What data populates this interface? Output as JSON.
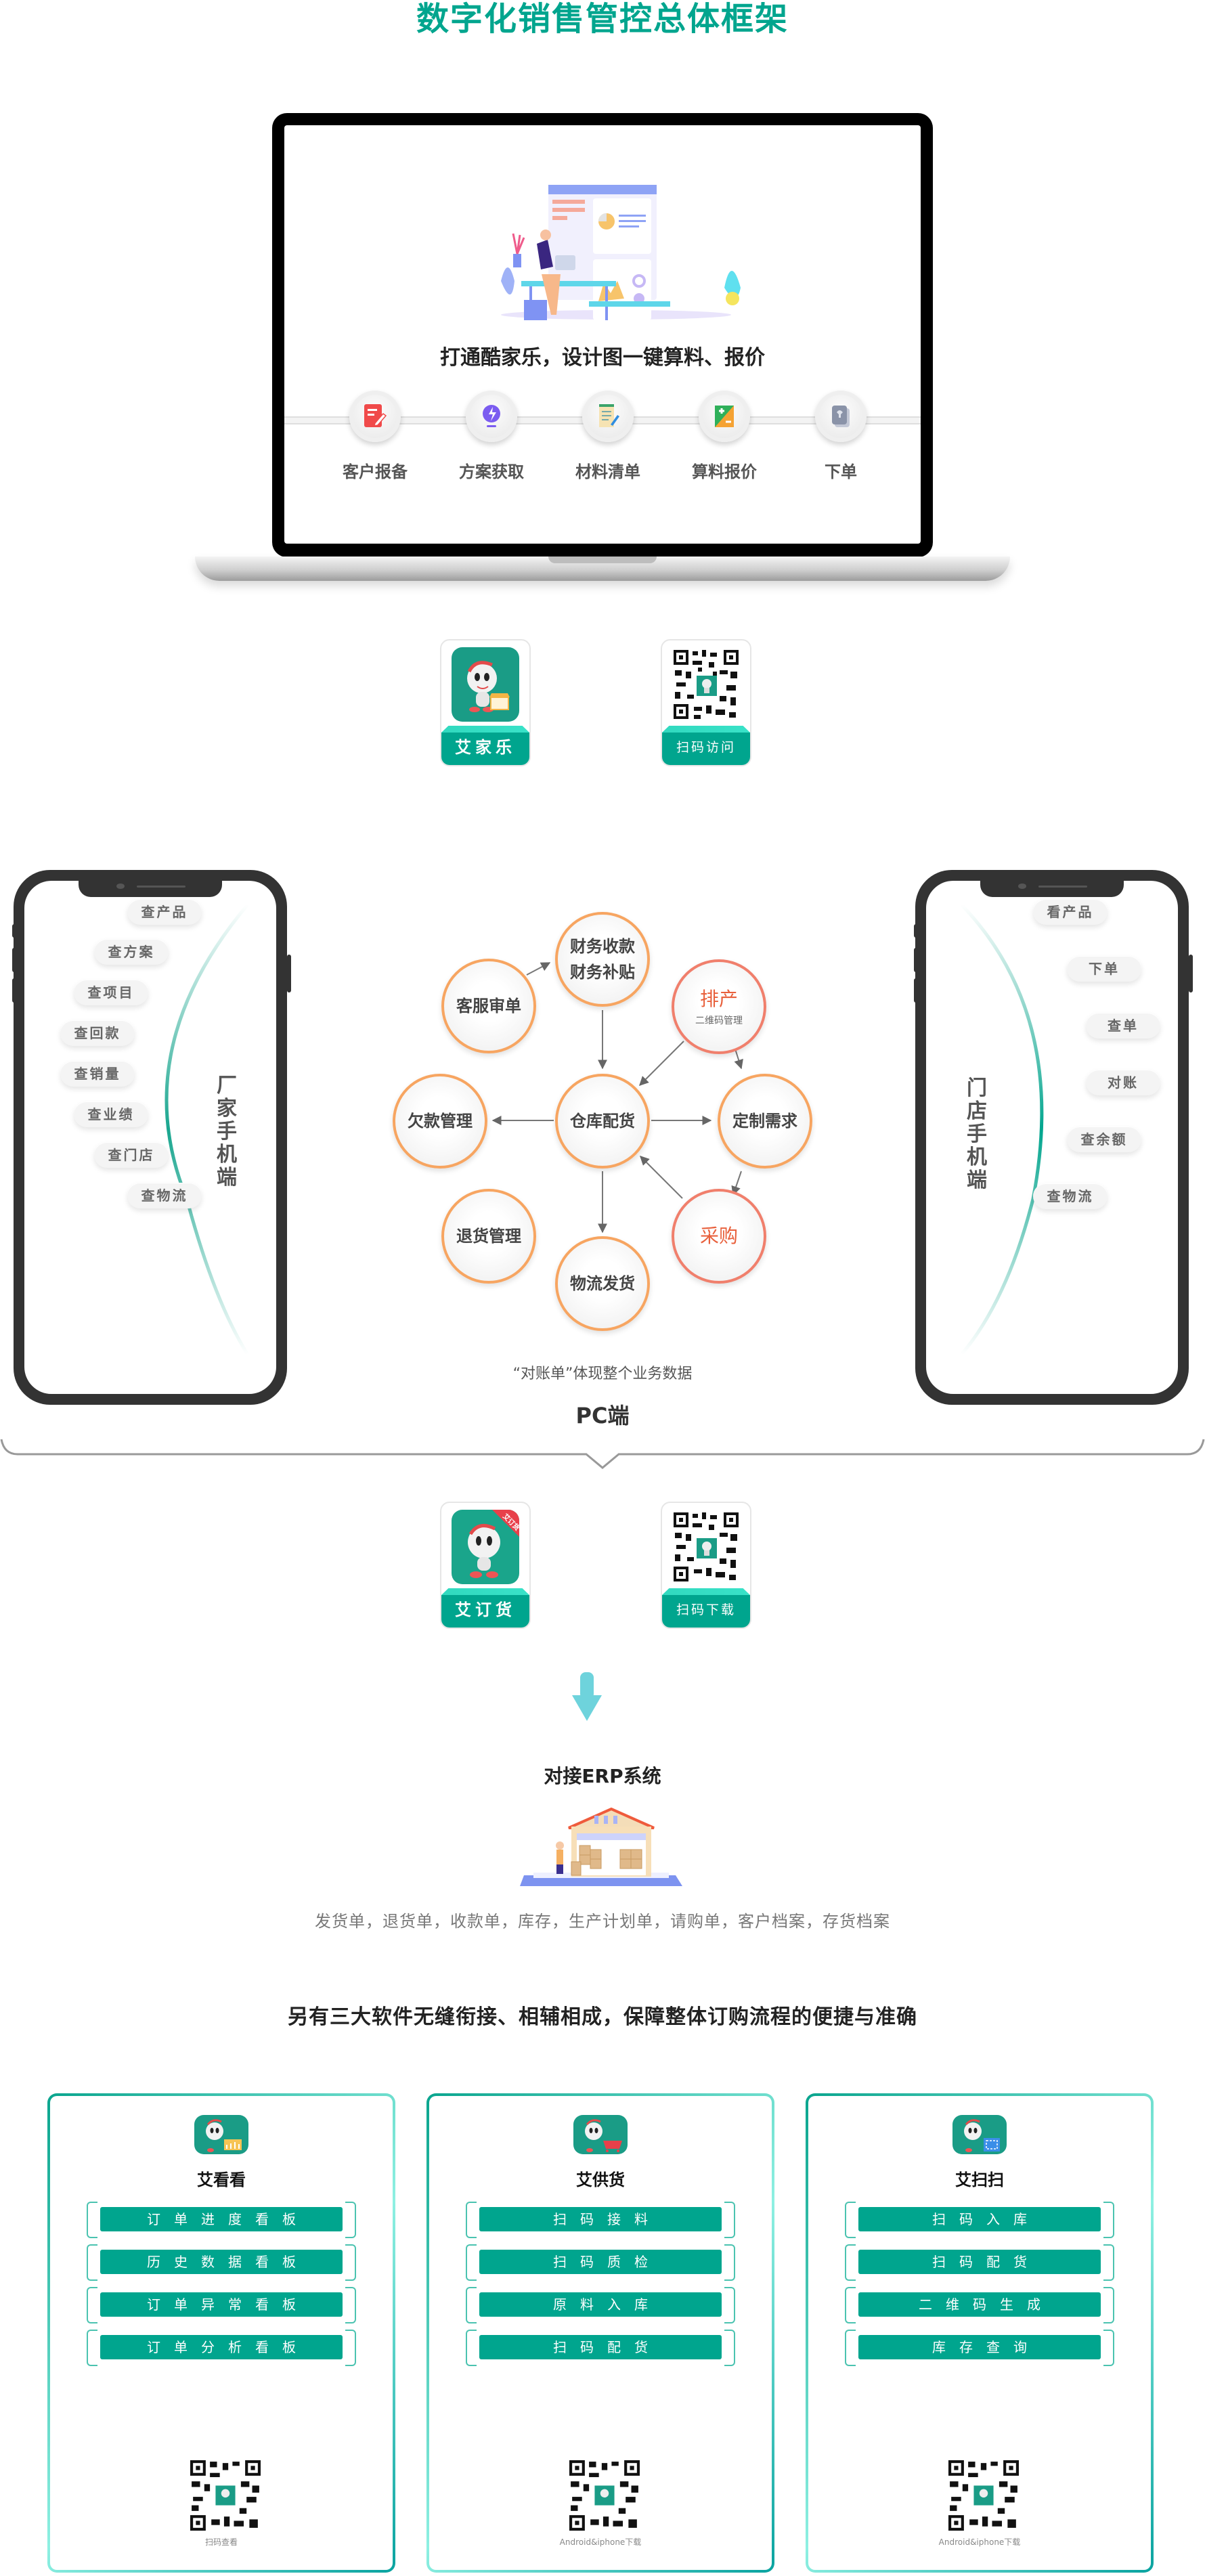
{
  "title": "数字化销售管控总体框架",
  "laptop": {
    "headline": "打通酷家乐，设计图一键算料、报价",
    "steps": [
      {
        "label": "客户报备",
        "icon": "report-edit-icon",
        "color": "#f04a4a"
      },
      {
        "label": "方案获取",
        "icon": "lightbulb-icon",
        "color": "#7b5cf0"
      },
      {
        "label": "材料清单",
        "icon": "notepad-list-icon",
        "color": "#e3b26a"
      },
      {
        "label": "算料报价",
        "icon": "calculator-icon",
        "color": "#2fb05a"
      },
      {
        "label": "下单",
        "icon": "order-cards-icon",
        "color": "#8a93a8"
      }
    ]
  },
  "app_top": {
    "app_name": "艾家乐",
    "qr_label": "扫码访问"
  },
  "factory_phone": {
    "title": "厂家手机端",
    "items": [
      "查产品",
      "查方案",
      "查项目",
      "查回款",
      "查销量",
      "查业绩",
      "查门店",
      "查物流"
    ]
  },
  "store_phone": {
    "title": "门店手机端",
    "items": [
      "看产品",
      "下单",
      "查单",
      "对账",
      "查余额",
      "查物流"
    ]
  },
  "flow": {
    "nodes": {
      "kefu": {
        "label": "客服审单"
      },
      "caiwu": {
        "label_1": "财务收款",
        "label_2": "财务补贴"
      },
      "paichan": {
        "label": "排产",
        "sub": "二维码管理"
      },
      "qiankuan": {
        "label": "欠款管理"
      },
      "cangku": {
        "label": "仓库配货"
      },
      "dingzhi": {
        "label": "定制需求"
      },
      "tuihuo": {
        "label": "退货管理"
      },
      "caigou": {
        "label": "采购"
      },
      "wuliu": {
        "label": "物流发货"
      }
    },
    "caption": "“对账单”体现整个业务数据",
    "pc_label": "PC端"
  },
  "app_mid": {
    "app_name": "艾订货",
    "badge": "艾订货",
    "qr_label": "扫码下载"
  },
  "erp": {
    "title": "对接ERP系统",
    "documents": "发货单，退货单，收款单，库存，生产计划单，请购单，客户档案，存货档案"
  },
  "bottom_title": "另有三大软件无缝衔接、相辅相成，保障整体订购流程的便捷与准确",
  "products": [
    {
      "name": "艾看看",
      "features": [
        "订单进度看板",
        "历史数据看板",
        "订单异常看板",
        "订单分析看板"
      ],
      "qr_label": "扫码查看"
    },
    {
      "name": "艾供货",
      "features": [
        "扫码接料",
        "扫码质检",
        "原料入库",
        "扫码配货"
      ],
      "qr_label": "Android&iphone下载"
    },
    {
      "name": "艾扫扫",
      "features": [
        "扫码入库",
        "扫码配货",
        "二维码生成",
        "库存查询"
      ],
      "qr_label": "Android&iphone下载"
    }
  ],
  "colors": {
    "brand_teal": "#00a58e",
    "node_orange": "#f7a561",
    "node_red": "#f07f6c",
    "arrow_cyan": "#6ed3dc"
  }
}
